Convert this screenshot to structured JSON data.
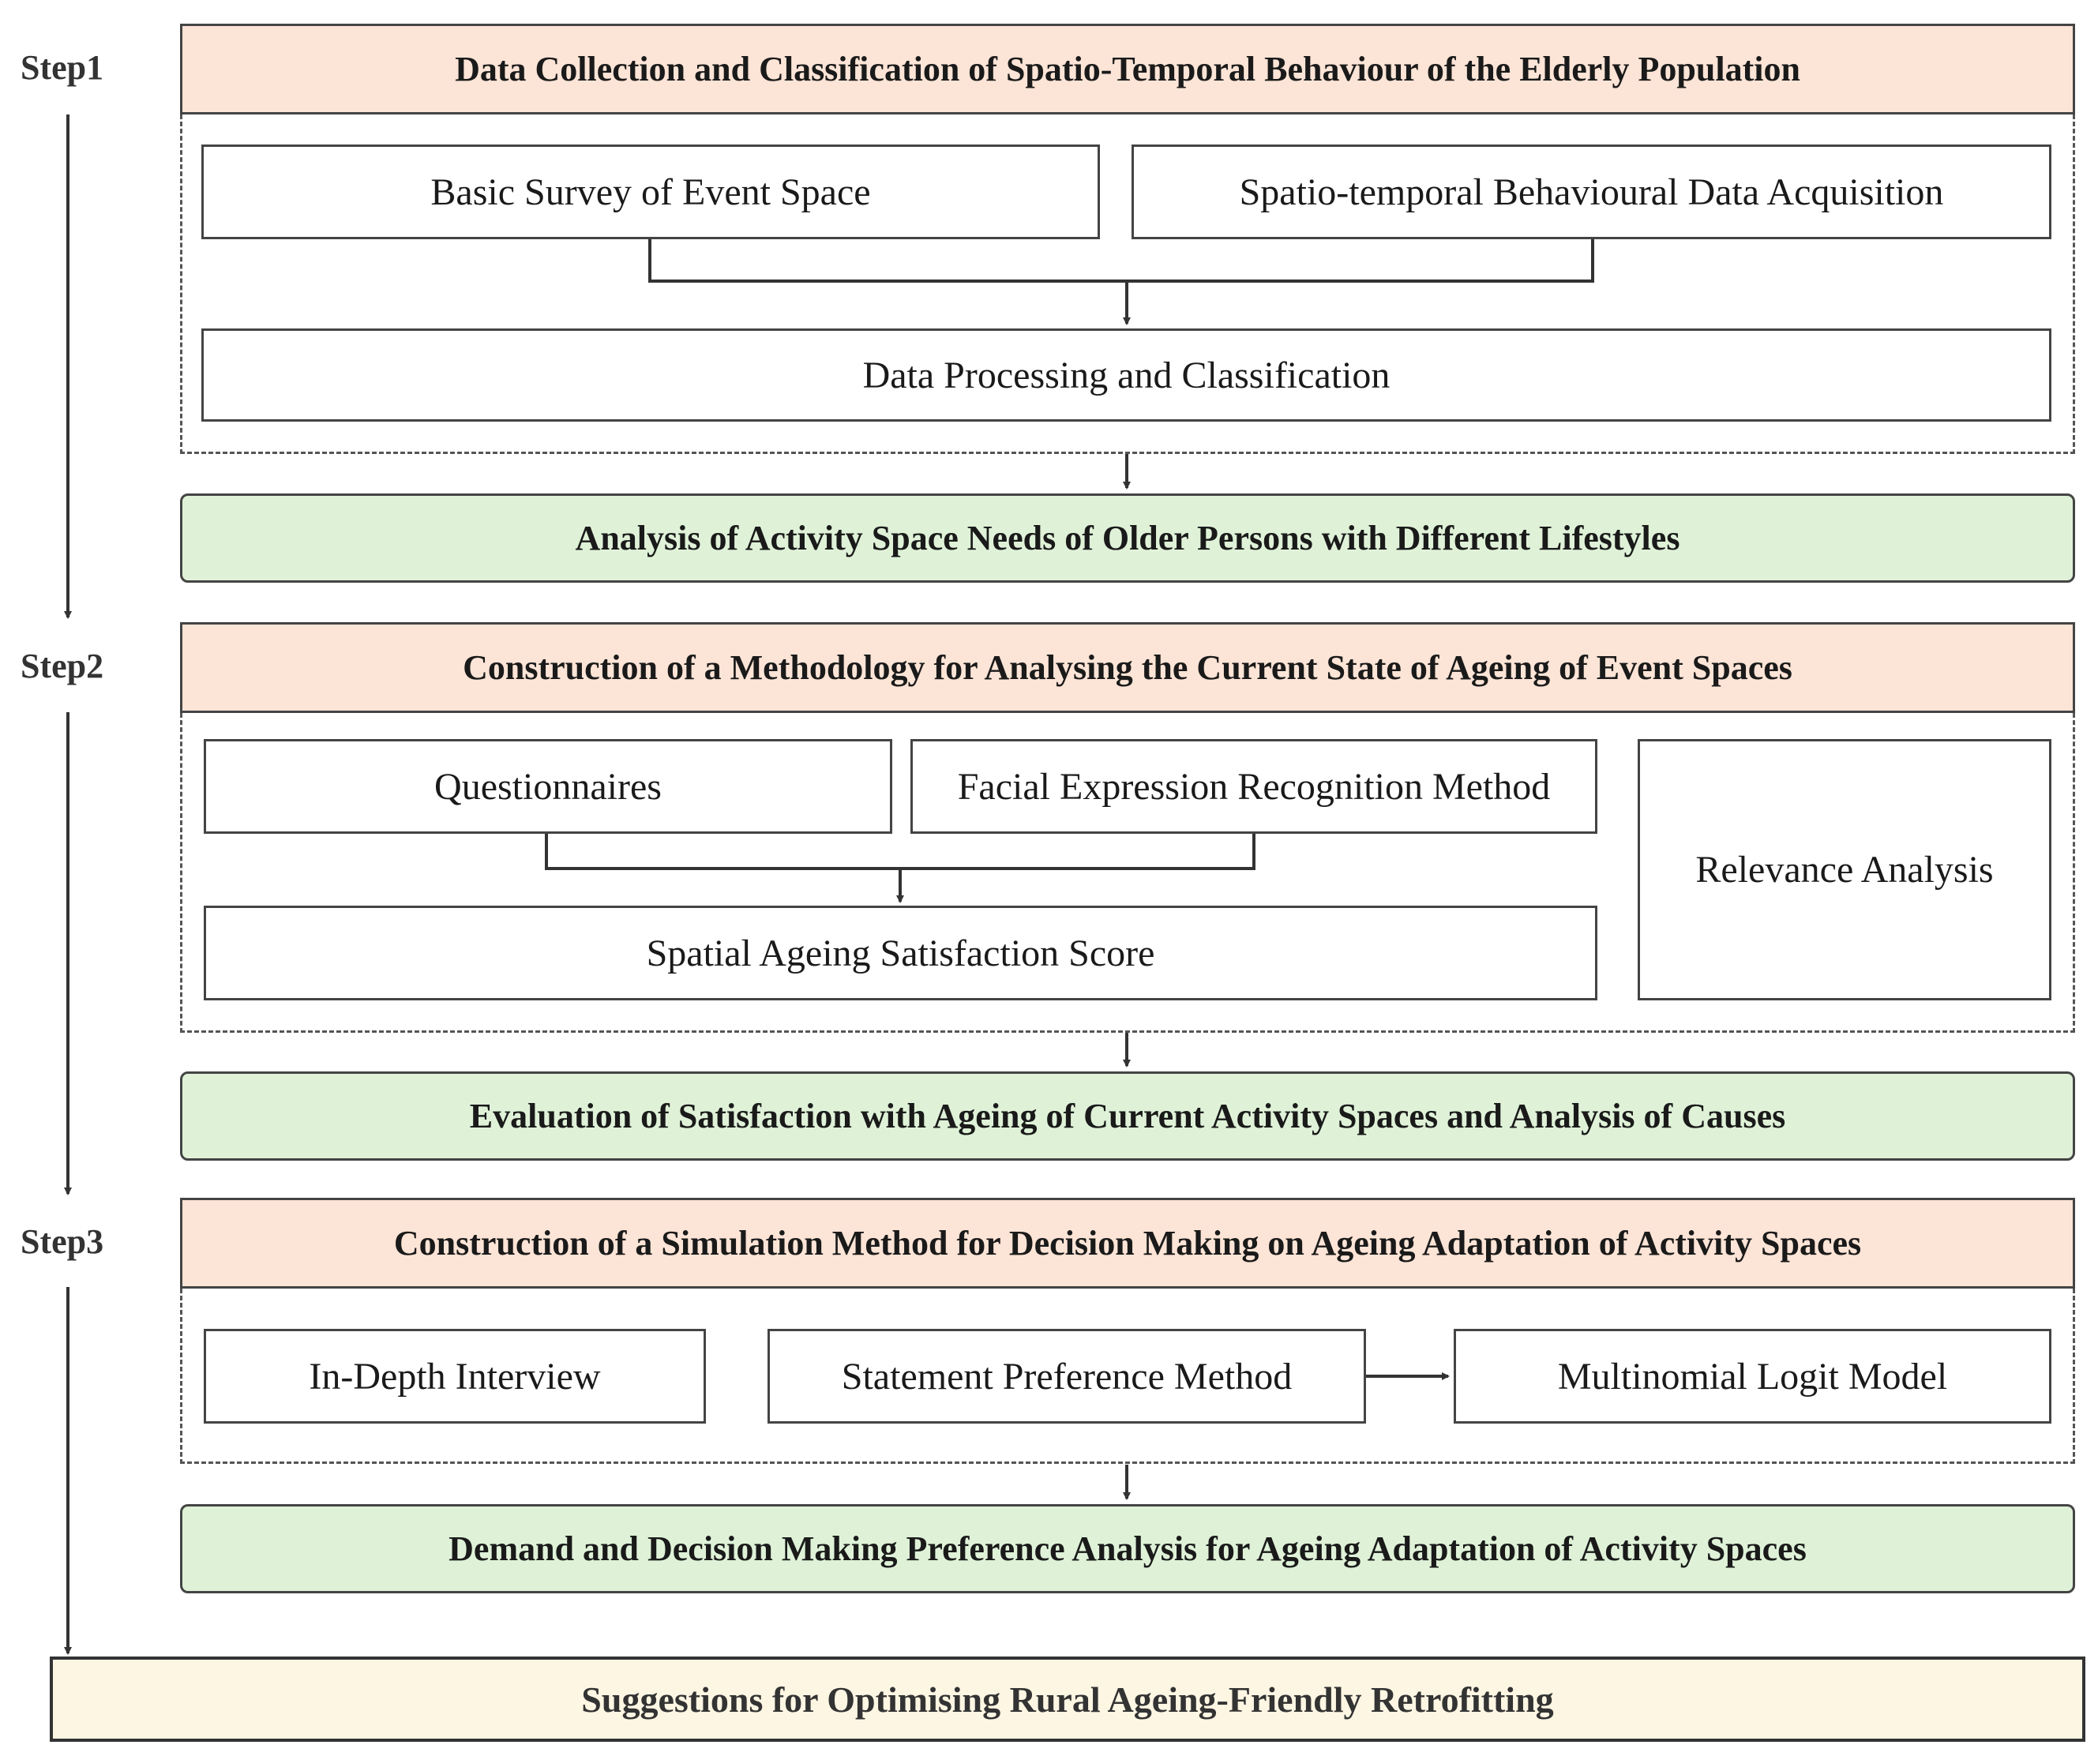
{
  "colors": {
    "header_fill": "#fce4d6",
    "result_fill": "#dff2d8",
    "final_fill": "#fdf6e3",
    "line": "#333333"
  },
  "steps": [
    {
      "label": "Step1",
      "header": "Data Collection and Classification of Spatio-Temporal Behaviour of the Elderly Population",
      "methods": {
        "survey": "Basic Survey of Event Space",
        "acquisition": "Spatio-temporal Behavioural Data Acquisition",
        "processing": "Data Processing and Classification"
      },
      "result": "Analysis of Activity Space Needs of Older Persons with Different Lifestyles"
    },
    {
      "label": "Step2",
      "header": "Construction of a Methodology for Analysing the Current State of Ageing of Event Spaces",
      "methods": {
        "questionnaires": "Questionnaires",
        "facial": "Facial Expression Recognition Method",
        "score": "Spatial Ageing Satisfaction Score",
        "relevance": "Relevance Analysis"
      },
      "result": "Evaluation of Satisfaction with Ageing of Current Activity Spaces and Analysis of Causes"
    },
    {
      "label": "Step3",
      "header": "Construction of a Simulation Method for Decision Making on Ageing Adaptation of Activity Spaces",
      "methods": {
        "interview": "In-Depth Interview",
        "preference": "Statement Preference Method",
        "logit": "Multinomial Logit Model"
      },
      "result": "Demand and Decision Making Preference Analysis for Ageing Adaptation of Activity Spaces"
    }
  ],
  "final": "Suggestions for Optimising Rural Ageing-Friendly Retrofitting"
}
